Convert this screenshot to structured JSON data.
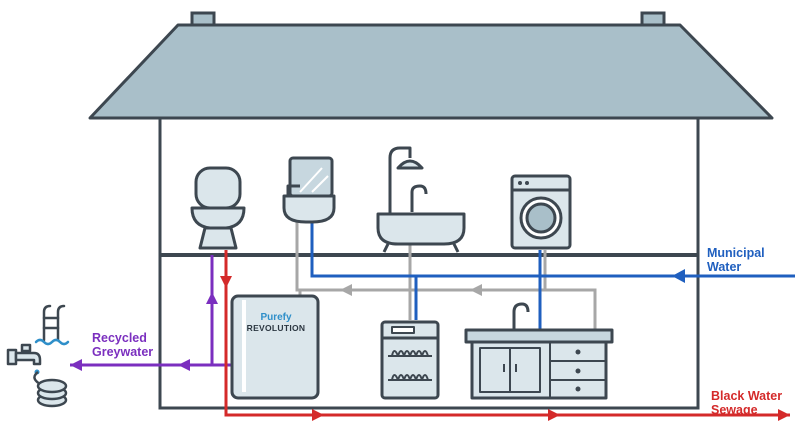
{
  "labels": {
    "municipal": [
      "Municipal",
      "Water"
    ],
    "recycled": [
      "Recycled",
      "Greywater"
    ],
    "black": [
      "Black Water",
      "Sewage"
    ]
  },
  "unit": {
    "brand": "Purefy",
    "model": "REVOLUTION"
  },
  "colors": {
    "roof": "#a9bfc9",
    "outline": "#3d4750",
    "appliance": "#dbe6eb",
    "municipal": "#1f5fbf",
    "grey": "#a7a7a7",
    "recycled": "#7b2fbf",
    "black": "#d42a2a"
  }
}
